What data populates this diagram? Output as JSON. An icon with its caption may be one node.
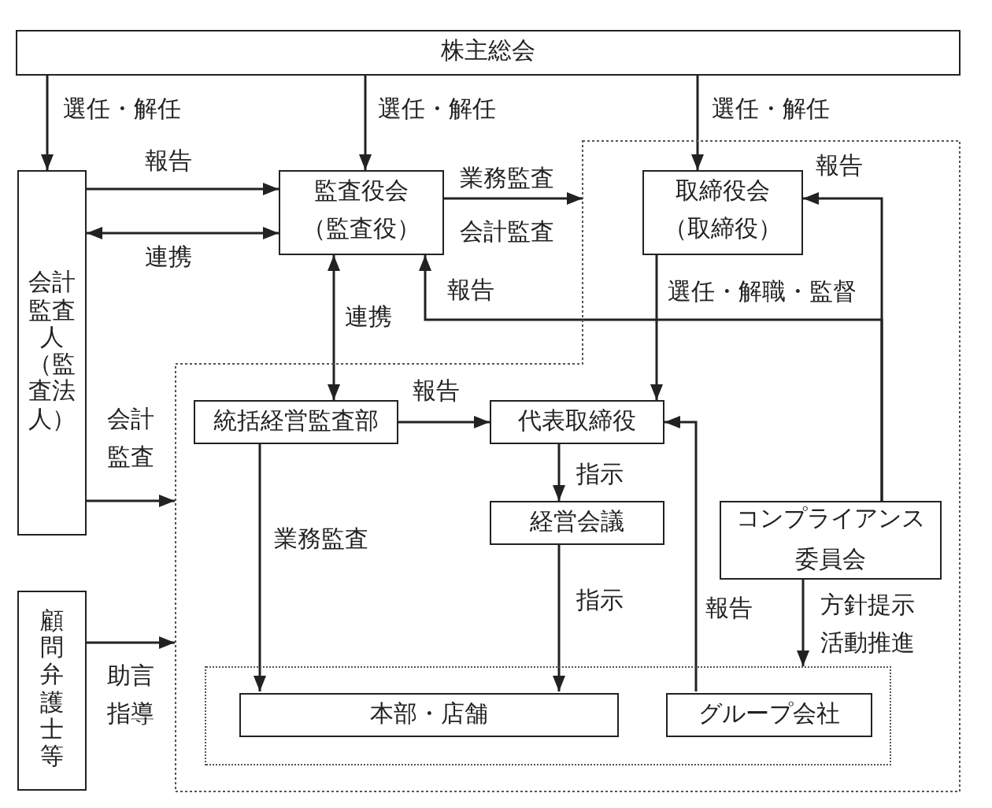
{
  "diagram": {
    "nodes": [
      {
        "text": [
          "株主総会"
        ]
      },
      {
        "text": [
          "会計監査人（監査法人）"
        ]
      },
      {
        "text": [
          "監査役会",
          "（監査役）"
        ]
      },
      {
        "text": [],
        "shape": "polygon"
      },
      {
        "text": [
          "取締役会",
          "（取締役）"
        ],
        "in": 3
      },
      {
        "text": [
          "統括経営監査部"
        ],
        "in": 3
      },
      {
        "text": [
          "代表取締役"
        ],
        "in": 3
      },
      {
        "text": [
          "経営会議"
        ],
        "in": 3
      },
      {
        "text": [
          "コンプライアンス委員会"
        ],
        "in": 3
      },
      {
        "text": [],
        "shape": "box",
        "in": 3
      },
      {
        "text": [
          "本部・店舗"
        ],
        "in": 9
      },
      {
        "text": [
          "グループ会社"
        ],
        "in": 9
      },
      {
        "text": [
          "顧問弁護士等"
        ]
      }
    ],
    "edges": [
      {
        "from": 0,
        "to": 1,
        "arrow": "to",
        "label": "選任・解任"
      },
      {
        "from": 0,
        "to": 2,
        "arrow": "to",
        "label": "選任・解任"
      },
      {
        "from": 0,
        "to": 4,
        "arrow": "to",
        "label": "選任・解任"
      },
      {
        "from": 1,
        "to": 2,
        "arrow": "to",
        "label": "報告"
      },
      {
        "from": 1,
        "to": 2,
        "arrow": "both",
        "label": "連携"
      },
      {
        "from": 2,
        "to": 3,
        "arrow": "to",
        "label": "業務監査"
      },
      {
        "from": 2,
        "to": 5,
        "arrow": "both",
        "label": "連携"
      },
      {
        "from": 8,
        "to": 4,
        "arrow": "to",
        "label": "報告"
      },
      {
        "from": 8,
        "to": 2,
        "arrow": "to",
        "label": "報告"
      },
      {
        "from": 4,
        "to": 6,
        "arrow": "to",
        "label": "選任・解職・監督"
      },
      {
        "from": 5,
        "to": 6,
        "arrow": "to",
        "label": "報告"
      },
      {
        "from": 6,
        "to": 7,
        "arrow": "to",
        "label": "指示"
      },
      {
        "from": 7,
        "to": 10,
        "arrow": "to",
        "label": "指示"
      },
      {
        "from": 5,
        "to": 10,
        "arrow": "to",
        "label": "業務監査"
      },
      {
        "from": 11,
        "to": 6,
        "arrow": "to",
        "label": "報告"
      },
      {
        "from": 8,
        "to": 9,
        "arrow": "to",
        "label": "方針提示活動推進"
      },
      {
        "from": 1,
        "to": 3,
        "arrow": "to",
        "label": "会計監査"
      },
      {
        "from": 12,
        "to": 3,
        "arrow": "to",
        "label": "助言指導"
      }
    ],
    "labels": [
      "会計監査"
    ]
  }
}
